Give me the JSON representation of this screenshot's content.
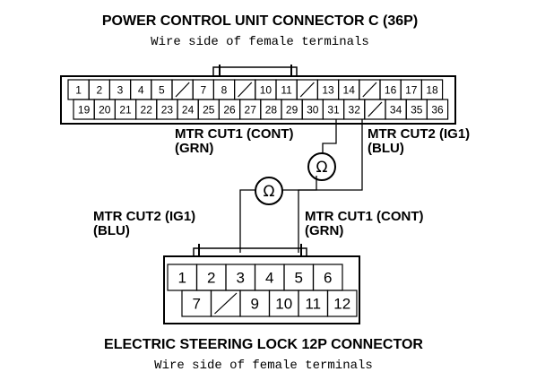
{
  "pcu_connector": {
    "title": "POWER CONTROL UNIT CONNECTOR C (36P)",
    "subtitle": "Wire side of female terminals",
    "row1": [
      "1",
      "2",
      "3",
      "4",
      "5",
      "",
      "7",
      "8",
      "",
      "10",
      "11",
      "",
      "13",
      "14",
      "",
      "16",
      "17",
      "18"
    ],
    "row2": [
      "19",
      "20",
      "21",
      "22",
      "23",
      "24",
      "25",
      "26",
      "27",
      "28",
      "29",
      "30",
      "31",
      "32",
      "",
      "34",
      "35",
      "36"
    ]
  },
  "esl_connector": {
    "title": "ELECTRIC STEERING LOCK 12P CONNECTOR",
    "subtitle": "Wire side of female terminals",
    "row1": [
      "1",
      "2",
      "3",
      "4",
      "5",
      "6"
    ],
    "row2": [
      "7",
      "",
      "9",
      "10",
      "11",
      "12"
    ]
  },
  "wires": {
    "pcu_cut1": {
      "line1": "MTR CUT1 (CONT)",
      "line2": "(GRN)"
    },
    "pcu_cut2": {
      "line1": "MTR CUT2 (IG1)",
      "line2": "(BLU)"
    },
    "esl_cut2": {
      "line1": "MTR CUT2 (IG1)",
      "line2": "(BLU)"
    },
    "esl_cut1": {
      "line1": "MTR CUT1 (CONT)",
      "line2": "(GRN)"
    }
  },
  "meters": {
    "symbol": "Ω",
    "upper": "ohmmeter",
    "lower": "ohmmeter"
  }
}
